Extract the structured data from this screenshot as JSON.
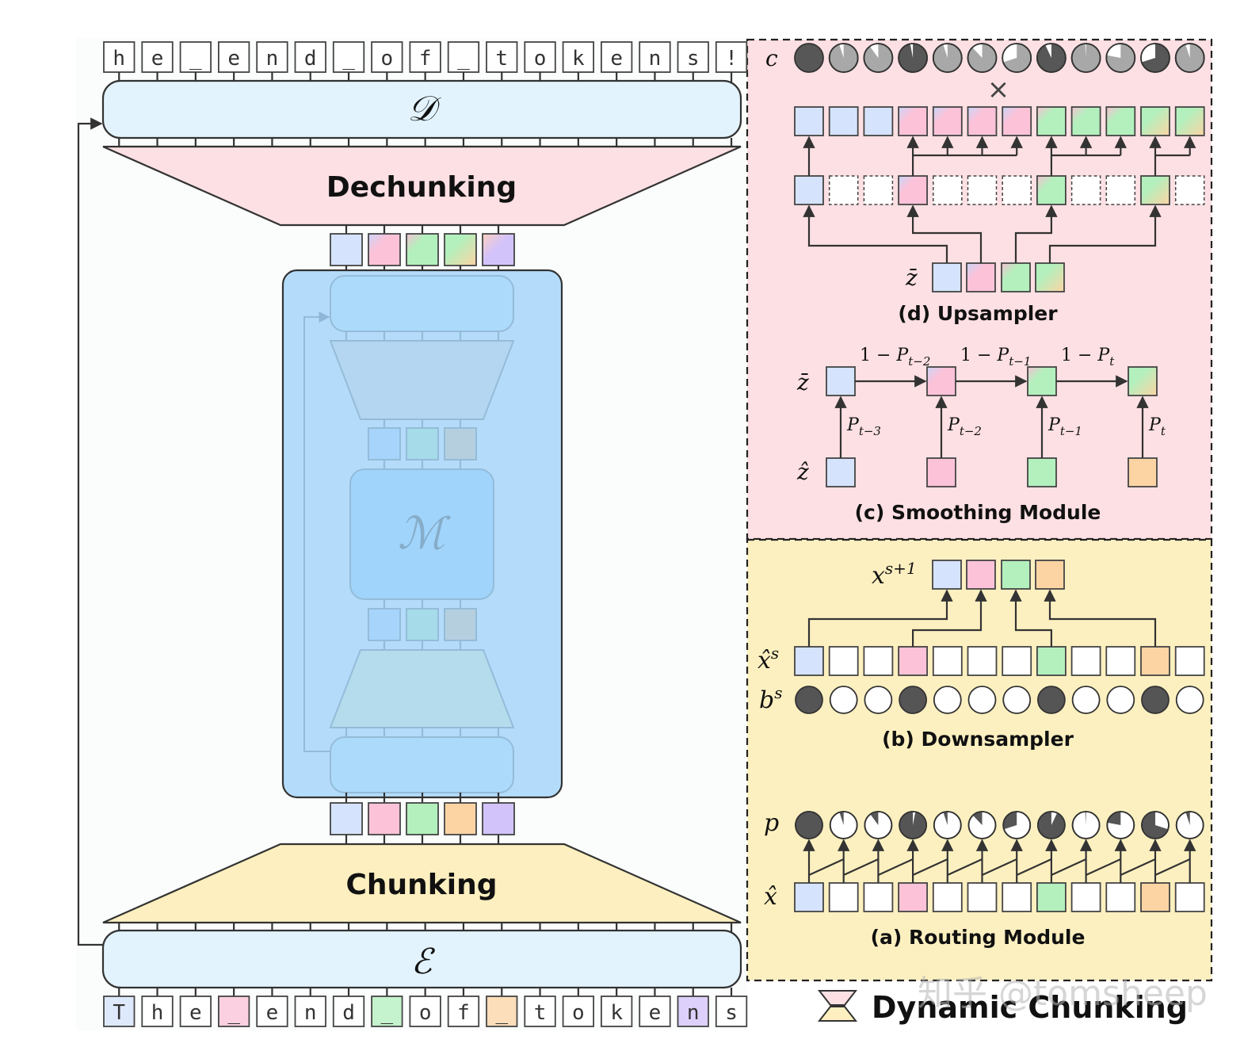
{
  "title": "H-Net dynamic chunking architecture",
  "colors": {
    "blue": "#d6e3fc",
    "pink": "#fbc2d8",
    "green": "#b3f0bd",
    "orange": "#fcd4a4",
    "purple": "#d3c3fb",
    "encoder_fill": "#e2f3fd",
    "dechunk_fill": "#fde0e3",
    "chunk_fill": "#fdefbf",
    "inner_fill": "#b4dcfa",
    "panel_pink": "#fde0e3",
    "panel_yellow": "#fdf0c0",
    "dark": "#555555",
    "gray": "#a6a6a6"
  },
  "main": {
    "output_tokens": [
      "h",
      "e",
      "_",
      "e",
      "n",
      "d",
      "_",
      "o",
      "f",
      "_",
      "t",
      "o",
      "k",
      "e",
      "n",
      "s",
      "!"
    ],
    "input_tokens": [
      "T",
      "h",
      "e",
      "_",
      "e",
      "n",
      "d",
      "_",
      "o",
      "f",
      "_",
      "t",
      "o",
      "k",
      "e",
      "n",
      "s"
    ],
    "input_token_colors": [
      "blue",
      "",
      "",
      "pink",
      "",
      "",
      "",
      "green",
      "",
      "",
      "orange",
      "",
      "",
      "",
      "",
      "purple",
      ""
    ],
    "decoder_symbol": "𝒟",
    "encoder_symbol": "ℰ",
    "main_network_symbol": "ℳ",
    "dechunking_label": "Dechunking",
    "chunking_label": "Chunking",
    "chunk_vectors_top": [
      "blue",
      "pink",
      "green",
      "orange",
      "purple"
    ],
    "chunk_vectors_bottom": [
      "blue",
      "pink",
      "green",
      "orange",
      "purple"
    ]
  },
  "panels": {
    "upsampler": {
      "caption": "(d) Upsampler",
      "c_label": "c",
      "times_symbol": "×",
      "zbar_label": "z̄",
      "c_values": [
        1.0,
        0.95,
        0.9,
        0.97,
        0.95,
        0.88,
        0.7,
        0.93,
        0.99,
        0.78,
        0.7,
        0.95
      ],
      "c_boundary": [
        true,
        false,
        false,
        true,
        false,
        false,
        false,
        true,
        false,
        false,
        true,
        false
      ],
      "outputs": [
        "blue",
        "blue",
        "blue",
        "pink",
        "pink",
        "pink",
        "pink",
        "green",
        "green",
        "green",
        "orange",
        "orange"
      ],
      "zbar": [
        "blue",
        "pink",
        "green",
        "orange"
      ]
    },
    "smoothing": {
      "caption": "(c) Smoothing Module",
      "zbar_label": "z̄",
      "zhat_label": "ẑ",
      "top_labels": [
        "1 − P",
        "1 − P",
        "1 − P"
      ],
      "top_subscripts": [
        "t−2",
        "t−1",
        "t"
      ],
      "side_labels": [
        "P",
        "P",
        "P",
        "P"
      ],
      "side_subscripts": [
        "t−3",
        "t−2",
        "t−1",
        "t"
      ],
      "zbar": [
        "blue",
        "pink",
        "green",
        "orange"
      ],
      "zhat": [
        "blue",
        "pink",
        "green",
        "orange"
      ]
    },
    "downsampler": {
      "caption": "(b) Downsampler",
      "xs1_label": "x",
      "xs1_sup": "s+1",
      "xhat_label": "x̂",
      "xhat_sup": "s",
      "b_label": "b",
      "b_sup": "s",
      "xs1": [
        "blue",
        "pink",
        "green",
        "orange"
      ],
      "xhat": [
        "blue",
        "",
        "",
        "pink",
        "",
        "",
        "",
        "green",
        "",
        "",
        "orange",
        ""
      ],
      "b_values": [
        1,
        0,
        0,
        1,
        0,
        0,
        0,
        1,
        0,
        0,
        1,
        0
      ]
    },
    "routing": {
      "caption": "(a) Routing Module",
      "p_label": "p",
      "xhat_label": "x̂",
      "p_values": [
        1.0,
        0.05,
        0.1,
        0.97,
        0.05,
        0.12,
        0.3,
        0.93,
        0.01,
        0.22,
        0.7,
        0.05
      ],
      "xhat": [
        "blue",
        "",
        "",
        "pink",
        "",
        "",
        "",
        "green",
        "",
        "",
        "orange",
        ""
      ]
    }
  },
  "legend": {
    "label": "Dynamic Chunking"
  },
  "watermark": "知乎 @tomsheep"
}
